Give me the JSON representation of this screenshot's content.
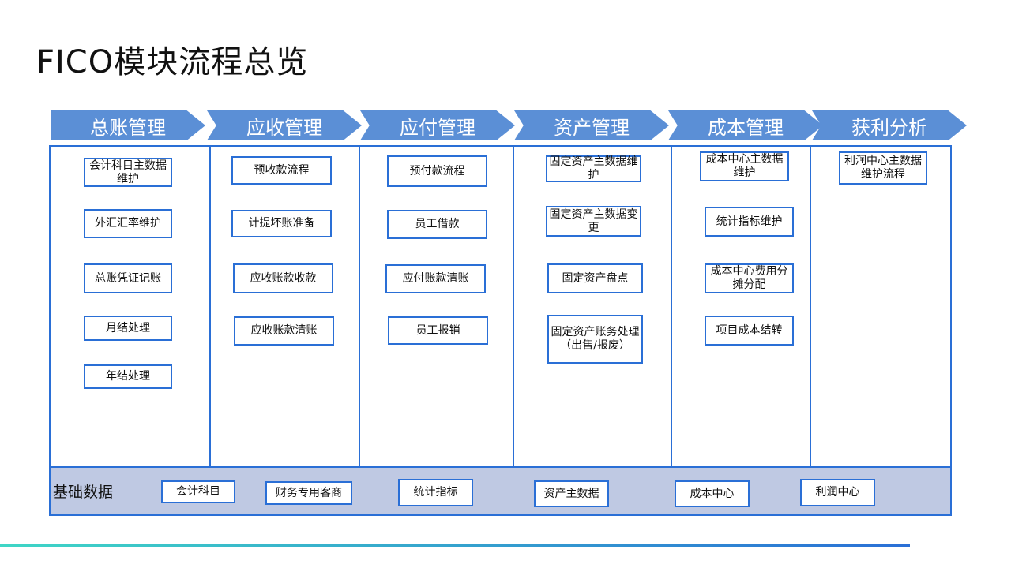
{
  "title": "FICO模块流程总览",
  "columns": [
    {
      "header": "总账管理",
      "items": [
        "会计科目主数据维护",
        "外汇汇率维护",
        "总账凭证记账",
        "月结处理",
        "年结处理"
      ]
    },
    {
      "header": "应收管理",
      "items": [
        "预收款流程",
        "计提坏账准备",
        "应收账款收款",
        "应收账款清账"
      ]
    },
    {
      "header": "应付管理",
      "items": [
        "预付款流程",
        "员工借款",
        "应付账款清账",
        "员工报销"
      ]
    },
    {
      "header": "资产管理",
      "items": [
        "固定资产主数据维护",
        "固定资产主数据变更",
        "固定资产盘点",
        "固定资产账务处理（出售/报废）"
      ]
    },
    {
      "header": "成本管理",
      "items": [
        "成本中心主数据维护",
        "统计指标维护",
        "成本中心费用分摊分配",
        "项目成本结转"
      ]
    },
    {
      "header": "获利分析",
      "items": [
        "利润中心主数据维护流程"
      ]
    }
  ],
  "base_data": {
    "label": "基础数据",
    "items": [
      "会计科目",
      "财务专用客商",
      "统计指标",
      "资产主数据",
      "成本中心",
      "利润中心"
    ]
  },
  "colors": {
    "accent": "#2a6fd6",
    "header": "#5b8fd6",
    "base_bg": "#bfc9e3"
  }
}
